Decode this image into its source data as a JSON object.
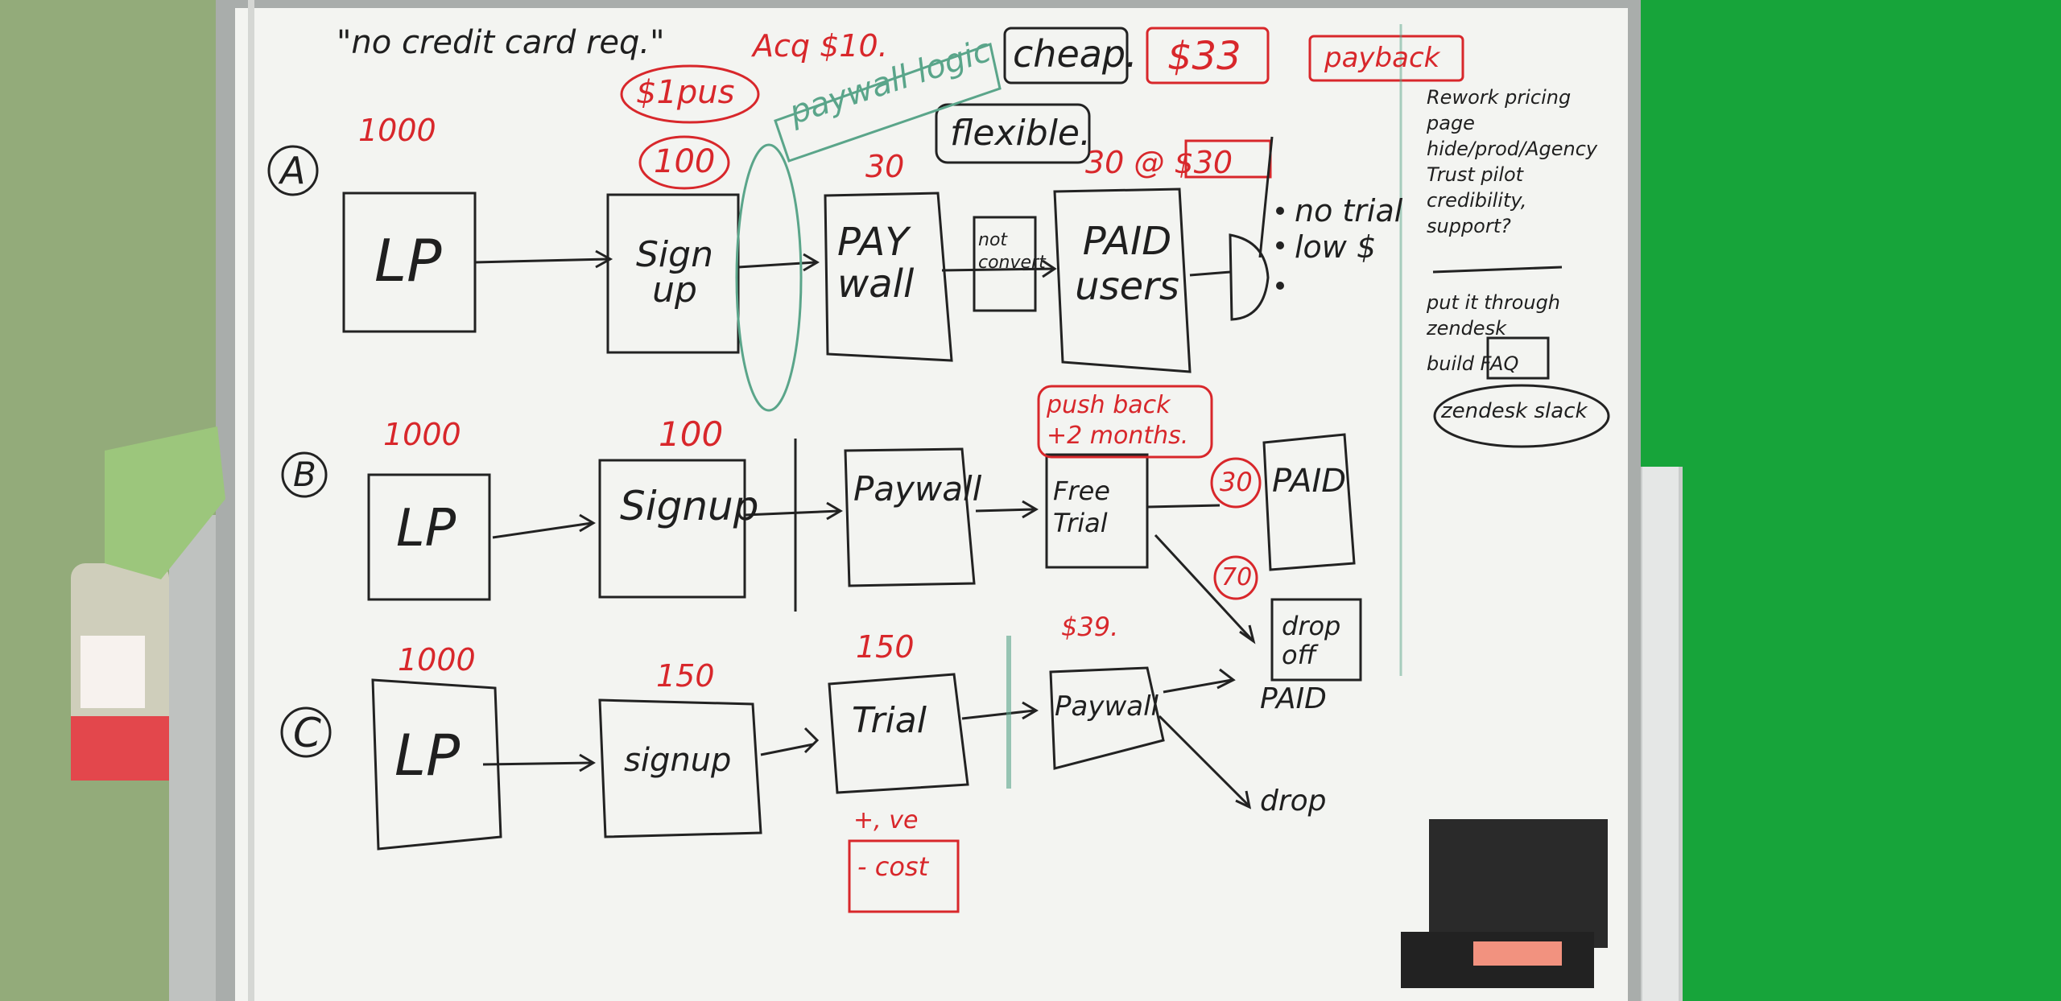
{
  "colors": {
    "ink_black": "#1f1f1f",
    "ink_red": "#d8272b",
    "ink_green": "#5aa58a",
    "board": "#f4f5f2",
    "green_screen": "#19a53a",
    "wall": "#8fa876"
  },
  "top": {
    "quote": "\"no credit card req.\"",
    "acq": "Acq $10.",
    "cheap": "cheap.",
    "price33": "$33",
    "payback": "payback",
    "per_sale": "$1pus",
    "paywall_logic": "paywall logic",
    "flexible": "flexible."
  },
  "row_a": {
    "marker": "A",
    "lp_count": "1000",
    "lp": "LP",
    "signup_count": "100",
    "signup": "Sign up",
    "paywall_count": "30",
    "paywall": "PAY wall",
    "note": "not convert",
    "paid_count": "30 @ $30",
    "paid": "PAID users",
    "bullets": [
      "no trial",
      "low $",
      ""
    ]
  },
  "row_b": {
    "marker": "B",
    "lp_count": "1000",
    "lp": "LP",
    "signup_count": "100",
    "signup": "Signup",
    "paywall": "Paywall",
    "pushback": "push back +2 months.",
    "trial": "Free Trial",
    "paid_count": "30",
    "paid": "PAID",
    "drop_count": "70",
    "drop": "drop off"
  },
  "row_c": {
    "marker": "C",
    "lp_count": "1000",
    "lp": "LP",
    "signup_count": "150",
    "signup": "signup",
    "trial_count": "150",
    "trial": "Trial",
    "trial_note_1": "+, ve",
    "trial_note_2": "- cost",
    "paywall_price": "$39.",
    "paywall": "Paywall",
    "paid": "PAID",
    "drop": "drop"
  },
  "sidebar": {
    "items": [
      "Rework pricing page",
      "hide/prod/Agency",
      "Trust pilot",
      "credibility,",
      "support?"
    ],
    "items2": [
      "put it through zendesk",
      "build FAQ"
    ],
    "zendesk": "zendesk slack"
  }
}
